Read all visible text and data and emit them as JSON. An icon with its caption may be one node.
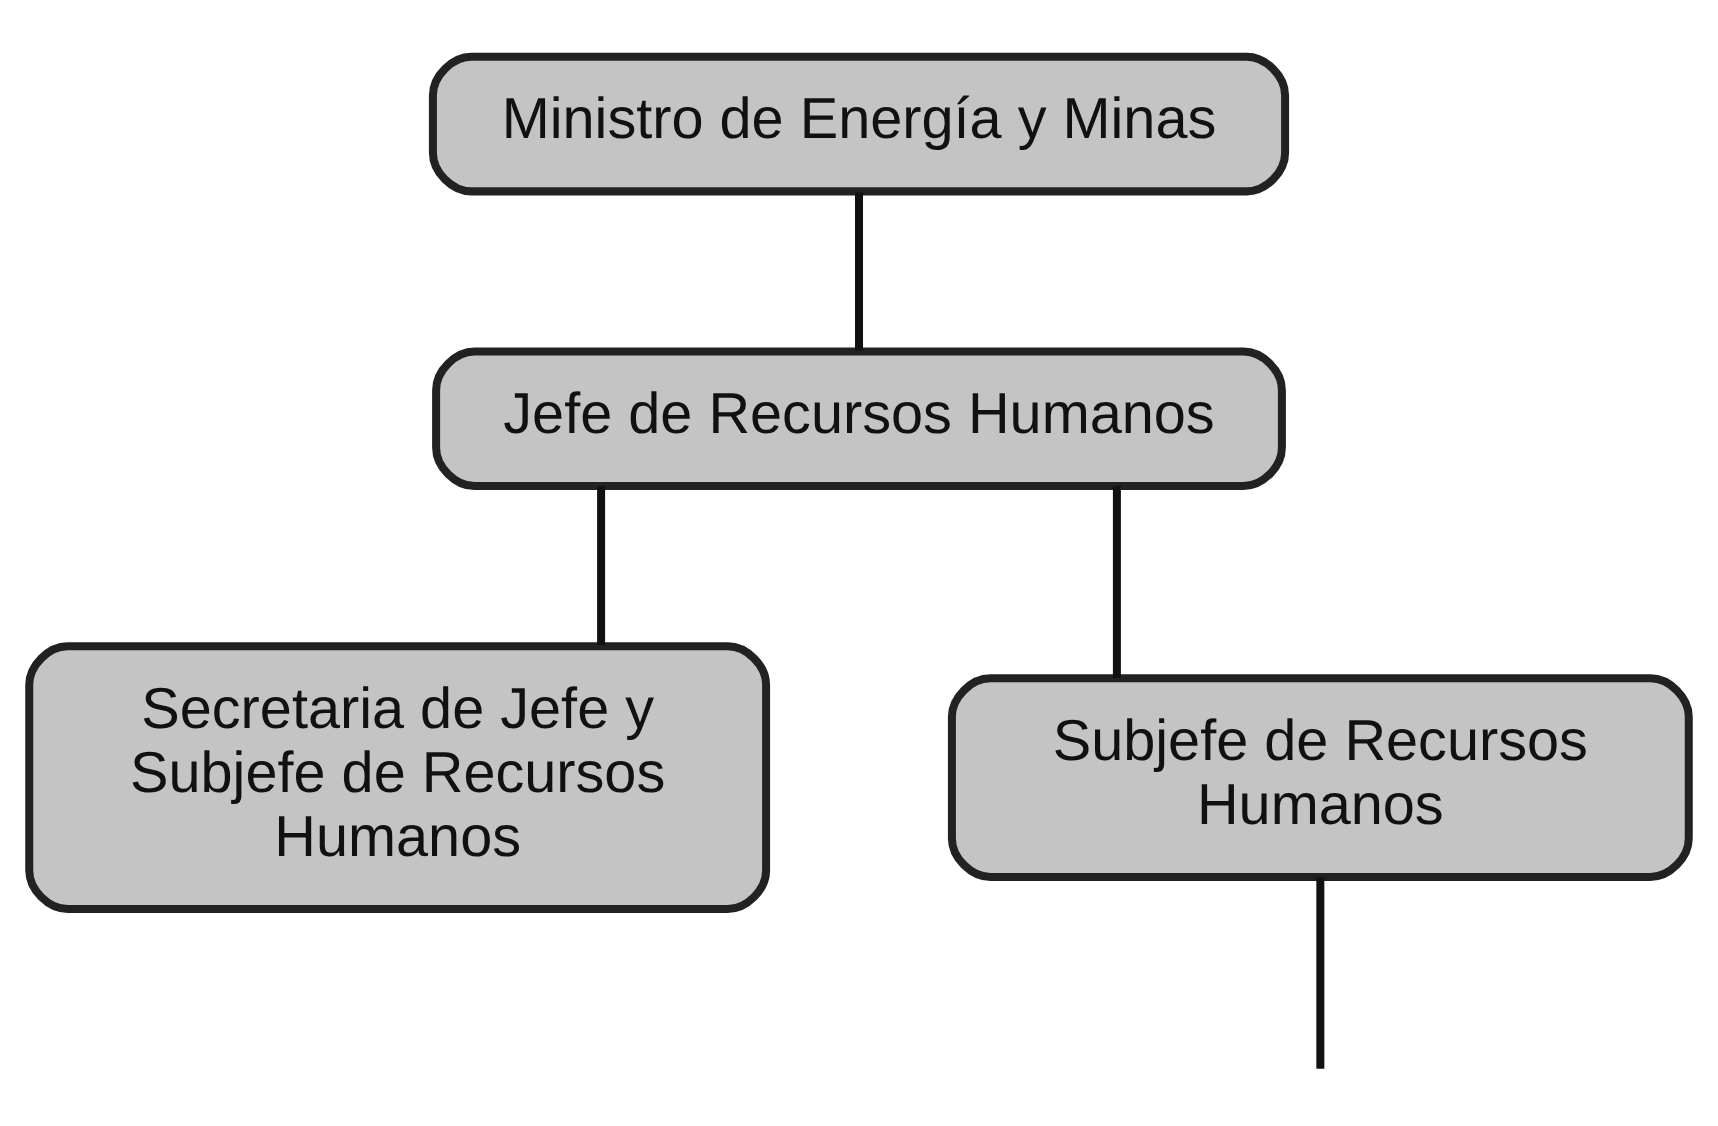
{
  "diagram": {
    "nodes": [
      {
        "text": [
          "Ministro de Energía y Minas"
        ]
      },
      {
        "text": [
          "Jefe de Recursos Humanos"
        ]
      },
      {
        "text": [
          "Secretaria de Jefe y Subjefe de Recursos Humanos"
        ]
      },
      {
        "text": [
          "Subjefe de Recursos Humanos"
        ]
      }
    ],
    "edges": [
      {
        "from": 0,
        "to": 1,
        "arrow": "none"
      },
      {
        "from": 1,
        "to": 3,
        "arrow": "none"
      },
      {
        "from": 1,
        "to": 2,
        "arrow": "none"
      },
      {
        "from": 3,
        "to": null,
        "arrow": "none"
      }
    ]
  }
}
